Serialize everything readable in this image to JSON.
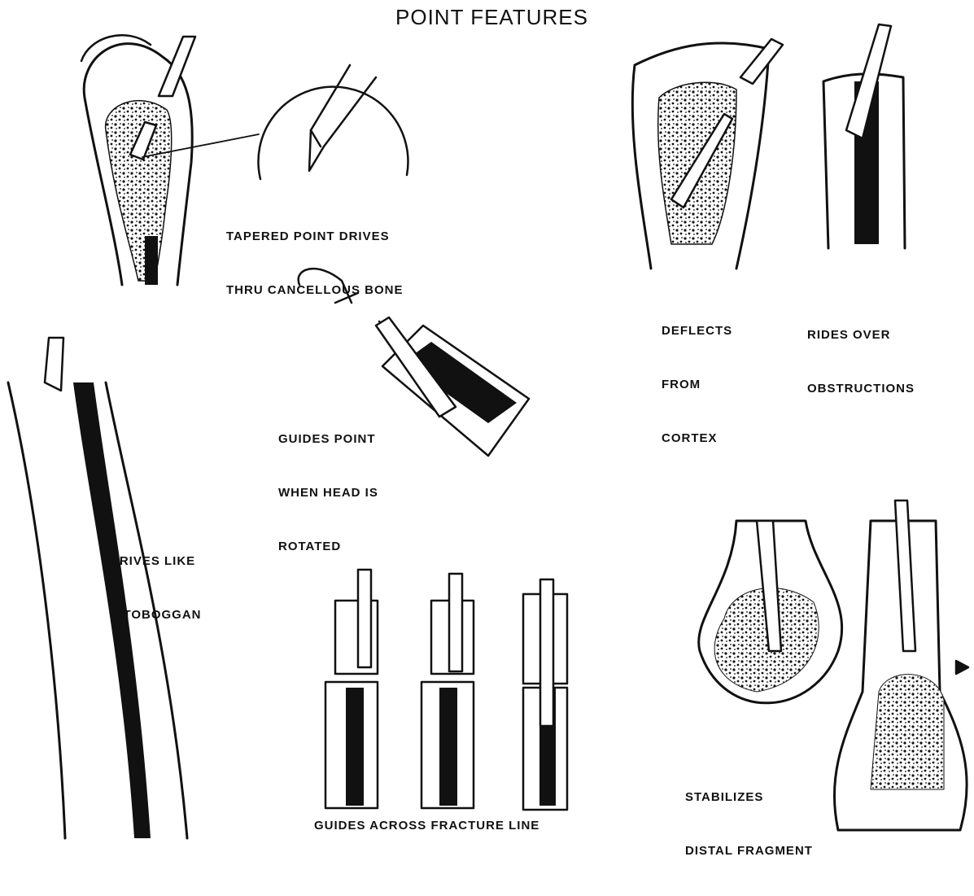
{
  "title": "POINT FEATURES",
  "labels": {
    "tapered": [
      "TAPERED POINT DRIVES",
      "THRU CANCELLOUS BONE"
    ],
    "deflects": [
      "DEFLECTS",
      "FROM",
      "CORTEX"
    ],
    "rides": [
      "RIDES OVER",
      "OBSTRUCTIONS"
    ],
    "guides_point": [
      "GUIDES POINT",
      "WHEN HEAD IS",
      "ROTATED"
    ],
    "toboggan": [
      "DRIVES LIKE",
      "A TOBOGGAN"
    ],
    "fracture": "GUIDES ACROSS FRACTURE LINE",
    "stabilizes": [
      "STABILIZES",
      "DISTAL FRAGMENT"
    ]
  },
  "colors": {
    "ink": "#111111",
    "paper": "#ffffff"
  }
}
